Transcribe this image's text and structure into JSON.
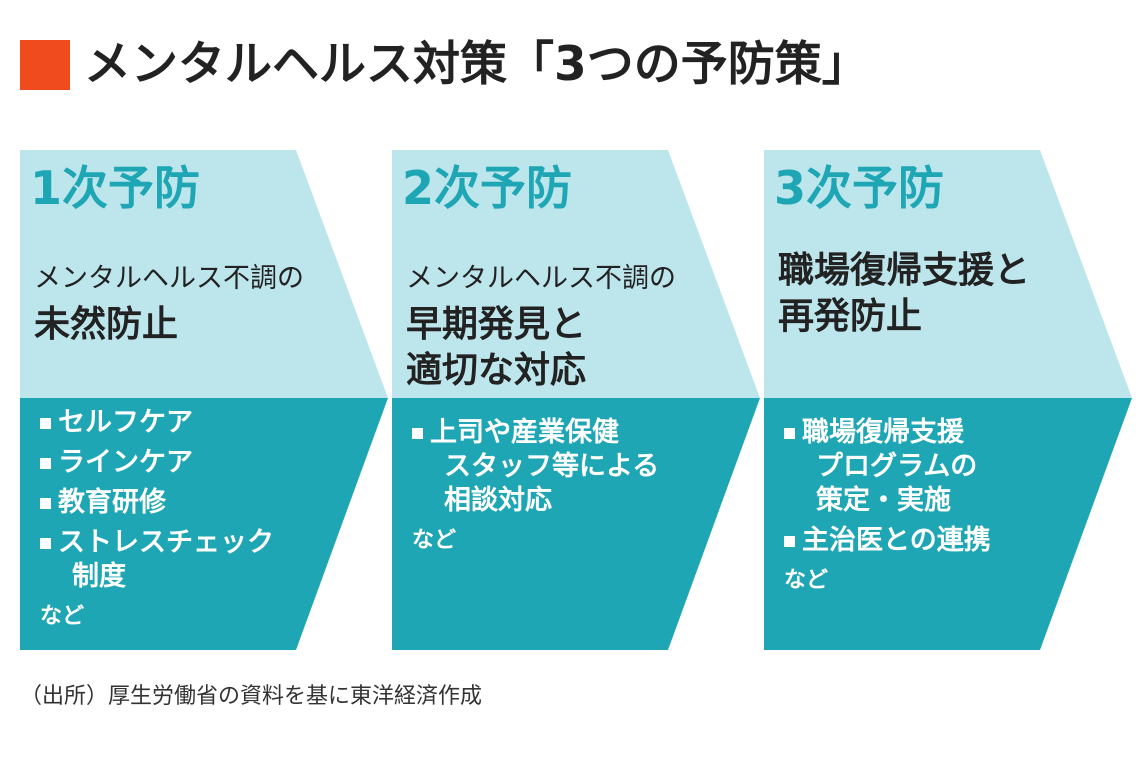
{
  "colors": {
    "title_mark": "#f04a1f",
    "light_panel": "#bde5ec",
    "dark_panel": "#1fa6b4",
    "heading_text": "#1fa6b4",
    "body_text": "#222222",
    "bullet": "#ffffff"
  },
  "title": "メンタルヘルス対策「3つの予防策」",
  "stages": [
    {
      "heading": "1次予防",
      "purpose": [
        "メンタルヘルス不調の",
        "未然防止"
      ],
      "purpose_sizes": [
        "sm",
        "lg"
      ],
      "items": [
        {
          "lines": [
            "セルフケア"
          ]
        },
        {
          "lines": [
            "ラインケア"
          ]
        },
        {
          "lines": [
            "教育研修"
          ]
        },
        {
          "lines": [
            "ストレスチェック",
            "制度"
          ]
        }
      ],
      "etc": "など"
    },
    {
      "heading": "2次予防",
      "purpose": [
        "メンタルヘルス不調の",
        "早期発見と",
        "適切な対応"
      ],
      "purpose_sizes": [
        "sm",
        "lg",
        "lg"
      ],
      "items": [
        {
          "lines": [
            "上司や産業保健",
            "スタッフ等による",
            "相談対応"
          ]
        }
      ],
      "etc": "など"
    },
    {
      "heading": "3次予防",
      "purpose": [
        "職場復帰支援と",
        "再発防止"
      ],
      "purpose_sizes": [
        "lg",
        "lg"
      ],
      "items": [
        {
          "lines": [
            "職場復帰支援",
            "プログラムの",
            "策定・実施"
          ]
        },
        {
          "lines": [
            "主治医との連携"
          ]
        }
      ],
      "etc": "など"
    }
  ],
  "source": "（出所）厚生労働省の資料を基に東洋経済作成"
}
